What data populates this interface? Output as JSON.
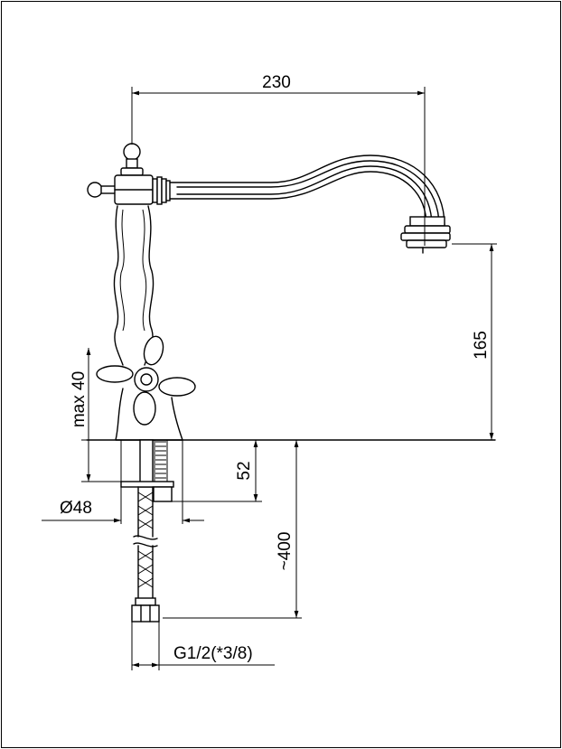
{
  "drawing": {
    "line_color": "#000000",
    "background": "#ffffff",
    "dimensions": {
      "spout_reach": "230",
      "spout_height": "165",
      "max_deck_thickness": "max 40",
      "shank_length": "52",
      "base_diameter": "Ø48",
      "hose_length": "~400",
      "thread": "G1/2(*3/8)"
    }
  }
}
